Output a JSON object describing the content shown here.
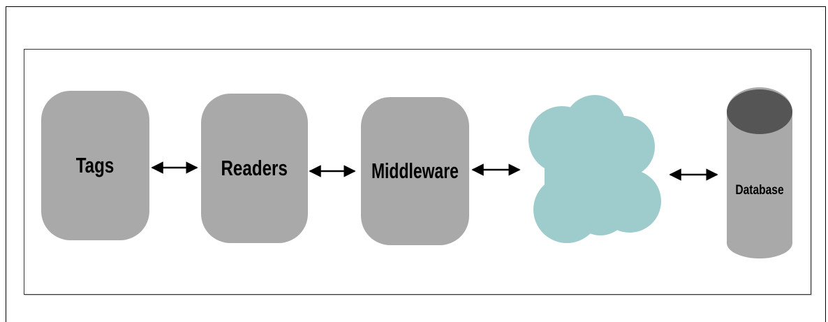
{
  "diagram": {
    "nodes": {
      "tags": "Tags",
      "readers": "Readers",
      "middleware": "Middleware",
      "database": "Database"
    },
    "colors": {
      "node_fill": "#a9a9a9",
      "cloud_fill": "#9ecbcb",
      "cylinder_top": "#555555",
      "arrow": "#000000"
    }
  }
}
